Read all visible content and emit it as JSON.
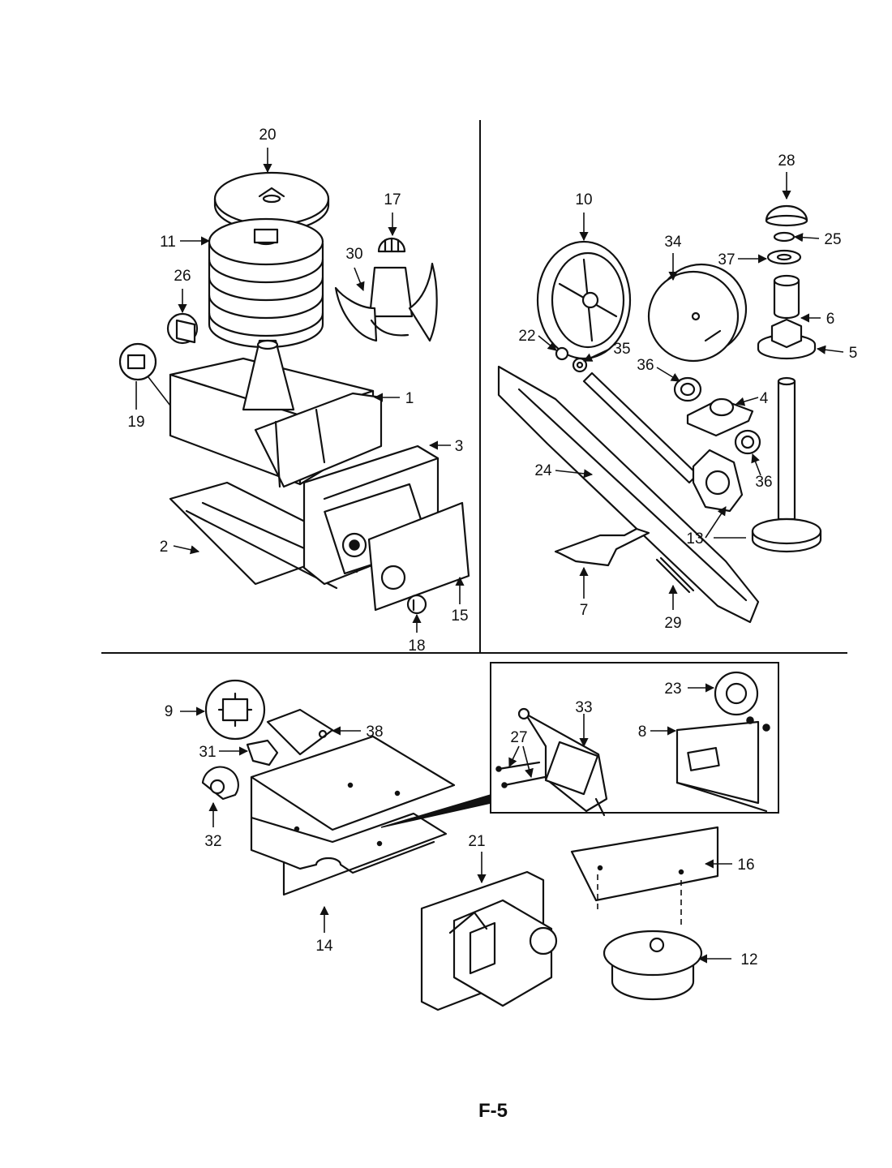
{
  "figure_label": "F-5",
  "callouts": [
    "1",
    "2",
    "3",
    "4",
    "5",
    "6",
    "7",
    "8",
    "9",
    "10",
    "11",
    "12",
    "13",
    "14",
    "15",
    "16",
    "17",
    "18",
    "19",
    "20",
    "21",
    "22",
    "23",
    "24",
    "25",
    "26",
    "27",
    "28",
    "29",
    "30",
    "31",
    "32",
    "33",
    "34",
    "35",
    "36",
    "36",
    "37",
    "38"
  ]
}
